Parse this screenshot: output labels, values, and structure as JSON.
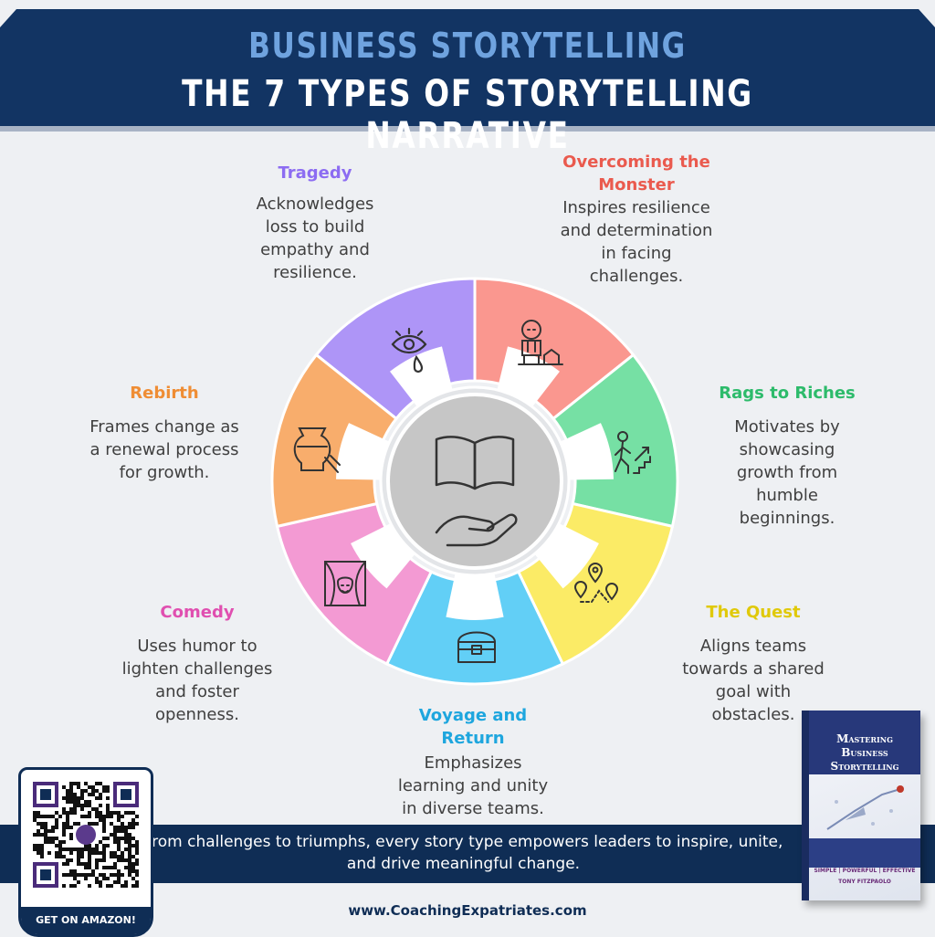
{
  "header": {
    "title": "BUSINESS STORYTELLING",
    "subtitle": "THE 7 TYPES OF STORYTELLING NARRATIVE"
  },
  "center_icon": "open-book-hand-icon",
  "narratives": [
    {
      "title": "Tragedy",
      "desc": "Acknowledges loss to build empathy and resilience.",
      "color": "#8c6cf2",
      "segment_color": "#ae95f7",
      "icon": "crying-eye-icon"
    },
    {
      "title": "Overcoming the Monster",
      "desc": "Inspires resilience and determination in facing challenges.",
      "color": "#ea5a4e",
      "segment_color": "#fa978f",
      "icon": "monster-house-icon"
    },
    {
      "title": "Rags to Riches",
      "desc": "Motivates by showcasing growth from humble beginnings.",
      "color": "#2dbb6b",
      "segment_color": "#76e0a4",
      "icon": "person-climbing-stairs-icon"
    },
    {
      "title": "The Quest",
      "desc": "Aligns teams towards a shared goal with obstacles.",
      "color": "#e0c90a",
      "segment_color": "#fbeb66",
      "icon": "map-pins-route-icon"
    },
    {
      "title": "Voyage and Return",
      "desc": "Emphasizes learning and unity in diverse teams.",
      "color": "#1ea6de",
      "segment_color": "#62cff6",
      "icon": "treasure-chest-icon"
    },
    {
      "title": "Comedy",
      "desc": "Uses humor to lighten challenges and foster openness.",
      "color": "#e04fb0",
      "segment_color": "#f39ad3",
      "icon": "comedy-stage-mask-icon"
    },
    {
      "title": "Rebirth",
      "desc": "Frames change as a renewal process for growth.",
      "color": "#ef8d34",
      "segment_color": "#f8ad6c",
      "icon": "pottery-vase-icon"
    }
  ],
  "footer": {
    "text": "From challenges to triumphs, every story type empowers leaders to inspire, unite, and drive meaningful change.",
    "website": "www.CoachingExpatriates.com"
  },
  "qr": {
    "label": "GET ON AMAZON!"
  },
  "book": {
    "title": "Mastering Business Storytelling",
    "tagline": "SIMPLE | POWERFUL | EFFECTIVE",
    "author": "TONY FITZPAOLO"
  }
}
